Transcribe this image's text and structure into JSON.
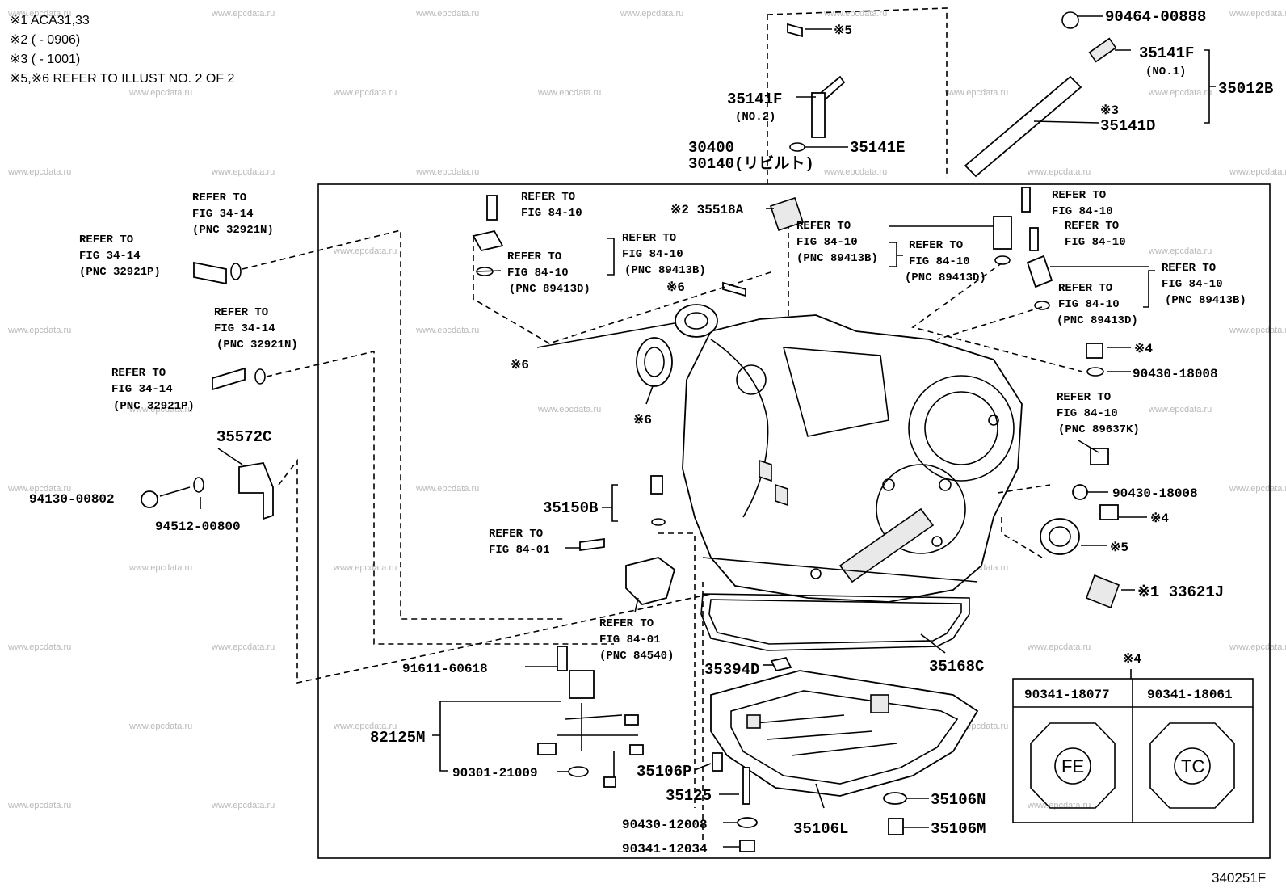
{
  "notes": [
    "※1 ACA31,33",
    "※2 (       - 0906)",
    "※3 (       - 1001)",
    "※5,※6 REFER TO ILLUST NO. 2 OF 2"
  ],
  "figure_id": "340251F",
  "watermark": "www.epcdata.ru",
  "labels": {
    "p90464": "90464-00888",
    "x5_top": "※5",
    "p35141F_no1": "35141F",
    "no1": "(NO.1)",
    "p35012B": "35012B",
    "x3": "※3",
    "p35141D": "35141D",
    "p35141F_no2": "35141F",
    "no2": "(NO.2)",
    "p35141E": "35141E",
    "p30400": "30400",
    "p30140": "30140(リビルト)",
    "p35518A": "※2 35518A",
    "r1a": "REFER TO",
    "r1b": "FIG 34-14",
    "r1c": "(PNC 32921N)",
    "r2a": "REFER TO",
    "r2b": "FIG 34-14",
    "r2c": "(PNC 32921P)",
    "r3a": "REFER TO",
    "r3b": "FIG 34-14",
    "r3c": "(PNC 32921N)",
    "r4a": "REFER TO",
    "r4b": "FIG 34-14",
    "r4c": "(PNC 32921P)",
    "r5a": "REFER TO",
    "r5b": "FIG 84-10",
    "r6a": "REFER TO",
    "r6b": "FIG 84-10",
    "r6c": "(PNC 89413B)",
    "r7a": "REFER TO",
    "r7b": "FIG 84-10",
    "r7c": "(PNC 89413D)",
    "r8a": "REFER TO",
    "r8b": "FIG 84-10",
    "r8c": "(PNC 89413B)",
    "r9a": "REFER TO",
    "r9b": "FIG 84-10",
    "r9c": "(PNC 89413D)",
    "r10a": "REFER TO",
    "r10b": "FIG 84-10",
    "r11a": "REFER TO",
    "r11b": "FIG 84-10",
    "r12a": "REFER TO",
    "r12b": "FIG 84-10",
    "r12c": "(PNC 89413B)",
    "r13a": "REFER TO",
    "r13b": "FIG 84-10",
    "r13c": "(PNC 89413D)",
    "r14a": "REFER TO",
    "r14b": "FIG 84-10",
    "r14c": "(PNC 89637K)",
    "r15a": "REFER TO",
    "r15b": "FIG 84-01",
    "r16a": "REFER TO",
    "r16b": "FIG 84-01",
    "r16c": "(PNC 84540)",
    "x6a": "※6",
    "x6b": "※6",
    "x6c": "※6",
    "x4a": "※4",
    "x4b": "※4",
    "x4c": "※4",
    "x5b": "※5",
    "p90430a": "90430-18008",
    "p90430b": "90430-18008",
    "p35572C": "35572C",
    "p94130": "94130-00802",
    "p94512": "94512-00800",
    "p35150B": "35150B",
    "p33621J": "※1 33621J",
    "p35168C": "35168C",
    "p35394D": "35394D",
    "p91611": "91611-60618",
    "p82125M": "82125M",
    "p90301": "90301-21009",
    "p35106P": "35106P",
    "p35125": "35125",
    "p90430_12": "90430-12008",
    "p90341_12": "90341-12034",
    "p35106L": "35106L",
    "p35106N": "35106N",
    "p35106M": "35106M",
    "plug1": "90341-18077",
    "plug2": "90341-18061",
    "fe": "FE",
    "tc": "TC"
  }
}
